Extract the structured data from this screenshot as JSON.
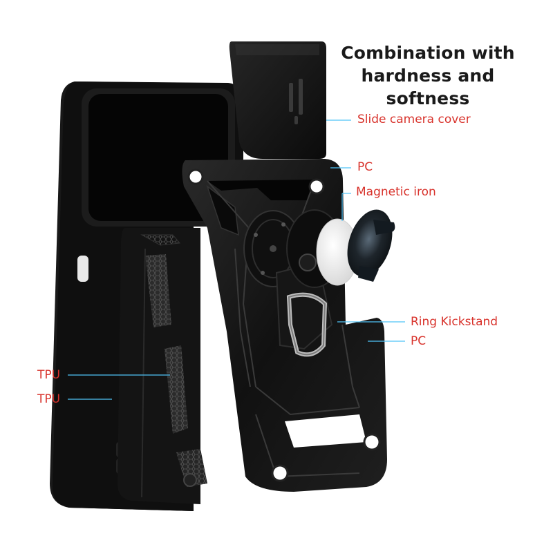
{
  "headline": {
    "line1": "Combination with",
    "line2": "hardness and softness"
  },
  "callouts": {
    "slide_camera_cover": "Slide camera cover",
    "pc_top": "PC",
    "magnetic_iron": "Magnetic iron",
    "ring_kickstand": "Ring Kickstand",
    "pc_bottom": "PC",
    "tpu_upper": "TPU",
    "tpu_lower": "TPU"
  },
  "colors": {
    "label_text": "#d8322b",
    "leader_line": "#4fc3f7",
    "headline_text": "#1a1a1a",
    "case_body": "#0c0c0c",
    "frame_body": "#151515",
    "background": "#ffffff"
  }
}
